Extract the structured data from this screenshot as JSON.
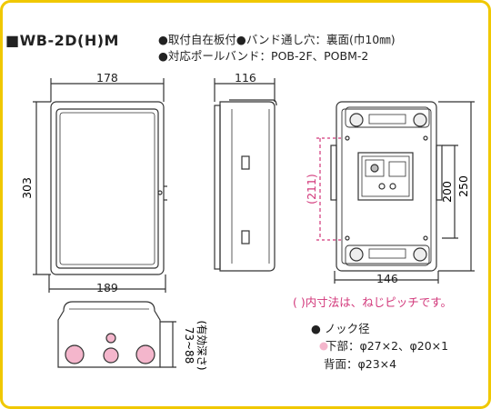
{
  "header": {
    "title": "■WB-2D(H)M",
    "spec_line1": "●取付自在板付●バンド通し穴：裏面(巾10㎜)",
    "spec_line2": "●対応ポールバンド：POB-2F、POBM-2"
  },
  "dimensions": {
    "front_width_top": "178",
    "front_height": "303",
    "front_width_bottom": "189",
    "side_depth": "116",
    "back_inner_height": "(211)",
    "back_height_inner": "200",
    "back_height_outer": "250",
    "back_width": "146",
    "bottom_depth": "73~88",
    "bottom_depth_note": "(有効深さ)"
  },
  "notes": {
    "pitch_note": "( )内寸法は、ねじピッチです。",
    "knock_label": "● ノック径",
    "knock_bottom": "● 下部：φ27×2、φ20×1",
    "knock_back": "背面：φ23×4"
  },
  "colors": {
    "border": "#f0c800",
    "accent": "#d2377a",
    "knock_fill": "#f4b6cc",
    "line": "#333333"
  }
}
